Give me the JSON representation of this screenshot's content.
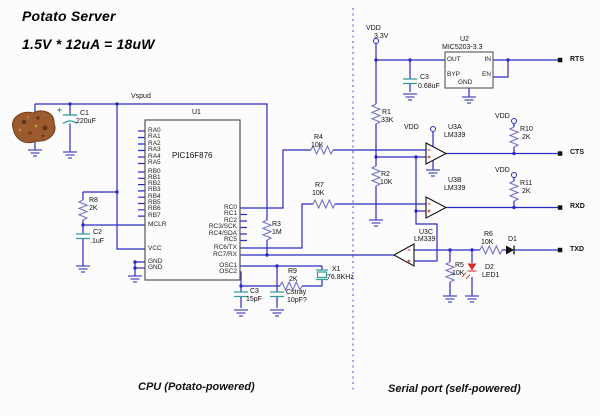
{
  "title": "Potato Server",
  "power_note": "1.5V * 12uA = 18uW",
  "sections": {
    "cpu": "CPU (Potato-powered)",
    "serial": "Serial port (self-powered)"
  },
  "nets": {
    "vspud": "Vspud",
    "vdd": "VDD",
    "vdd_voltage": "3.3V"
  },
  "terminals": {
    "rts": "RTS",
    "cts": "CTS",
    "rxd": "RXD",
    "txd": "TXD"
  },
  "chip": {
    "ref": "U1",
    "part": "PIC16F876",
    "left_pins": [
      "RA0",
      "RA1",
      "RA2",
      "RA3",
      "RA4",
      "RA5",
      "RB0",
      "RB1",
      "RB2",
      "RB3",
      "RB4",
      "RB5",
      "RB6",
      "RB7",
      "MCLR",
      "VCC",
      "GND",
      "GND"
    ],
    "right_pins": [
      "RC0",
      "RC1",
      "RC2",
      "RC3/SCK",
      "RC4/SDA",
      "RC5",
      "RC6/TX",
      "RC7/RX",
      "OSC1",
      "OSC2"
    ]
  },
  "regulator": {
    "ref": "U2",
    "part": "MIC5203-3.3",
    "pin_out": "OUT",
    "pin_in": "IN",
    "pin_byp": "BYP",
    "pin_en": "EN",
    "pin_gnd": "GND"
  },
  "comparators": {
    "a_ref": "U3A",
    "a_part": "LM339",
    "b_ref": "U3B",
    "b_part": "LM339",
    "c_ref": "U3C",
    "c_part": "LM339"
  },
  "resistors": {
    "r1": {
      "ref": "R1",
      "value": "33K"
    },
    "r2": {
      "ref": "R2",
      "value": "10K"
    },
    "r3": {
      "ref": "R3",
      "value": "1M"
    },
    "r4": {
      "ref": "R4",
      "value": "10K"
    },
    "r5": {
      "ref": "R5",
      "value": "10K"
    },
    "r6": {
      "ref": "R6",
      "value": "10K"
    },
    "r7": {
      "ref": "R7",
      "value": "10K"
    },
    "r8": {
      "ref": "R8",
      "value": "2K"
    },
    "r9": {
      "ref": "R9",
      "value": "2K"
    },
    "r10": {
      "ref": "R10",
      "value": "2K"
    },
    "r11": {
      "ref": "R11",
      "value": "2K"
    }
  },
  "capacitors": {
    "c1": {
      "ref": "C1",
      "value": "220uF"
    },
    "c2": {
      "ref": "C2",
      "value": ".1uF"
    },
    "c3_reg": {
      "ref": "C3",
      "value": "0.68uF"
    },
    "c3_osc": {
      "ref": "C3",
      "value": "15pF"
    },
    "cstray": {
      "ref": "Cstray",
      "value": "10pF?"
    }
  },
  "crystal": {
    "ref": "X1",
    "value": "76.8KHz"
  },
  "diodes": {
    "d1_ref": "D1",
    "d2_ref": "D2",
    "d2_value": "LED1"
  },
  "colors": {
    "wire": "#2b2bc4",
    "component": "#7373c9",
    "capacitor": "#2f9b9b",
    "ground": "#4d4dc0",
    "comparator_mark": "#cc2020",
    "led": "#d42a2a",
    "divider": "#8c8ce8",
    "potato": "#96562a",
    "text": "#111111"
  }
}
